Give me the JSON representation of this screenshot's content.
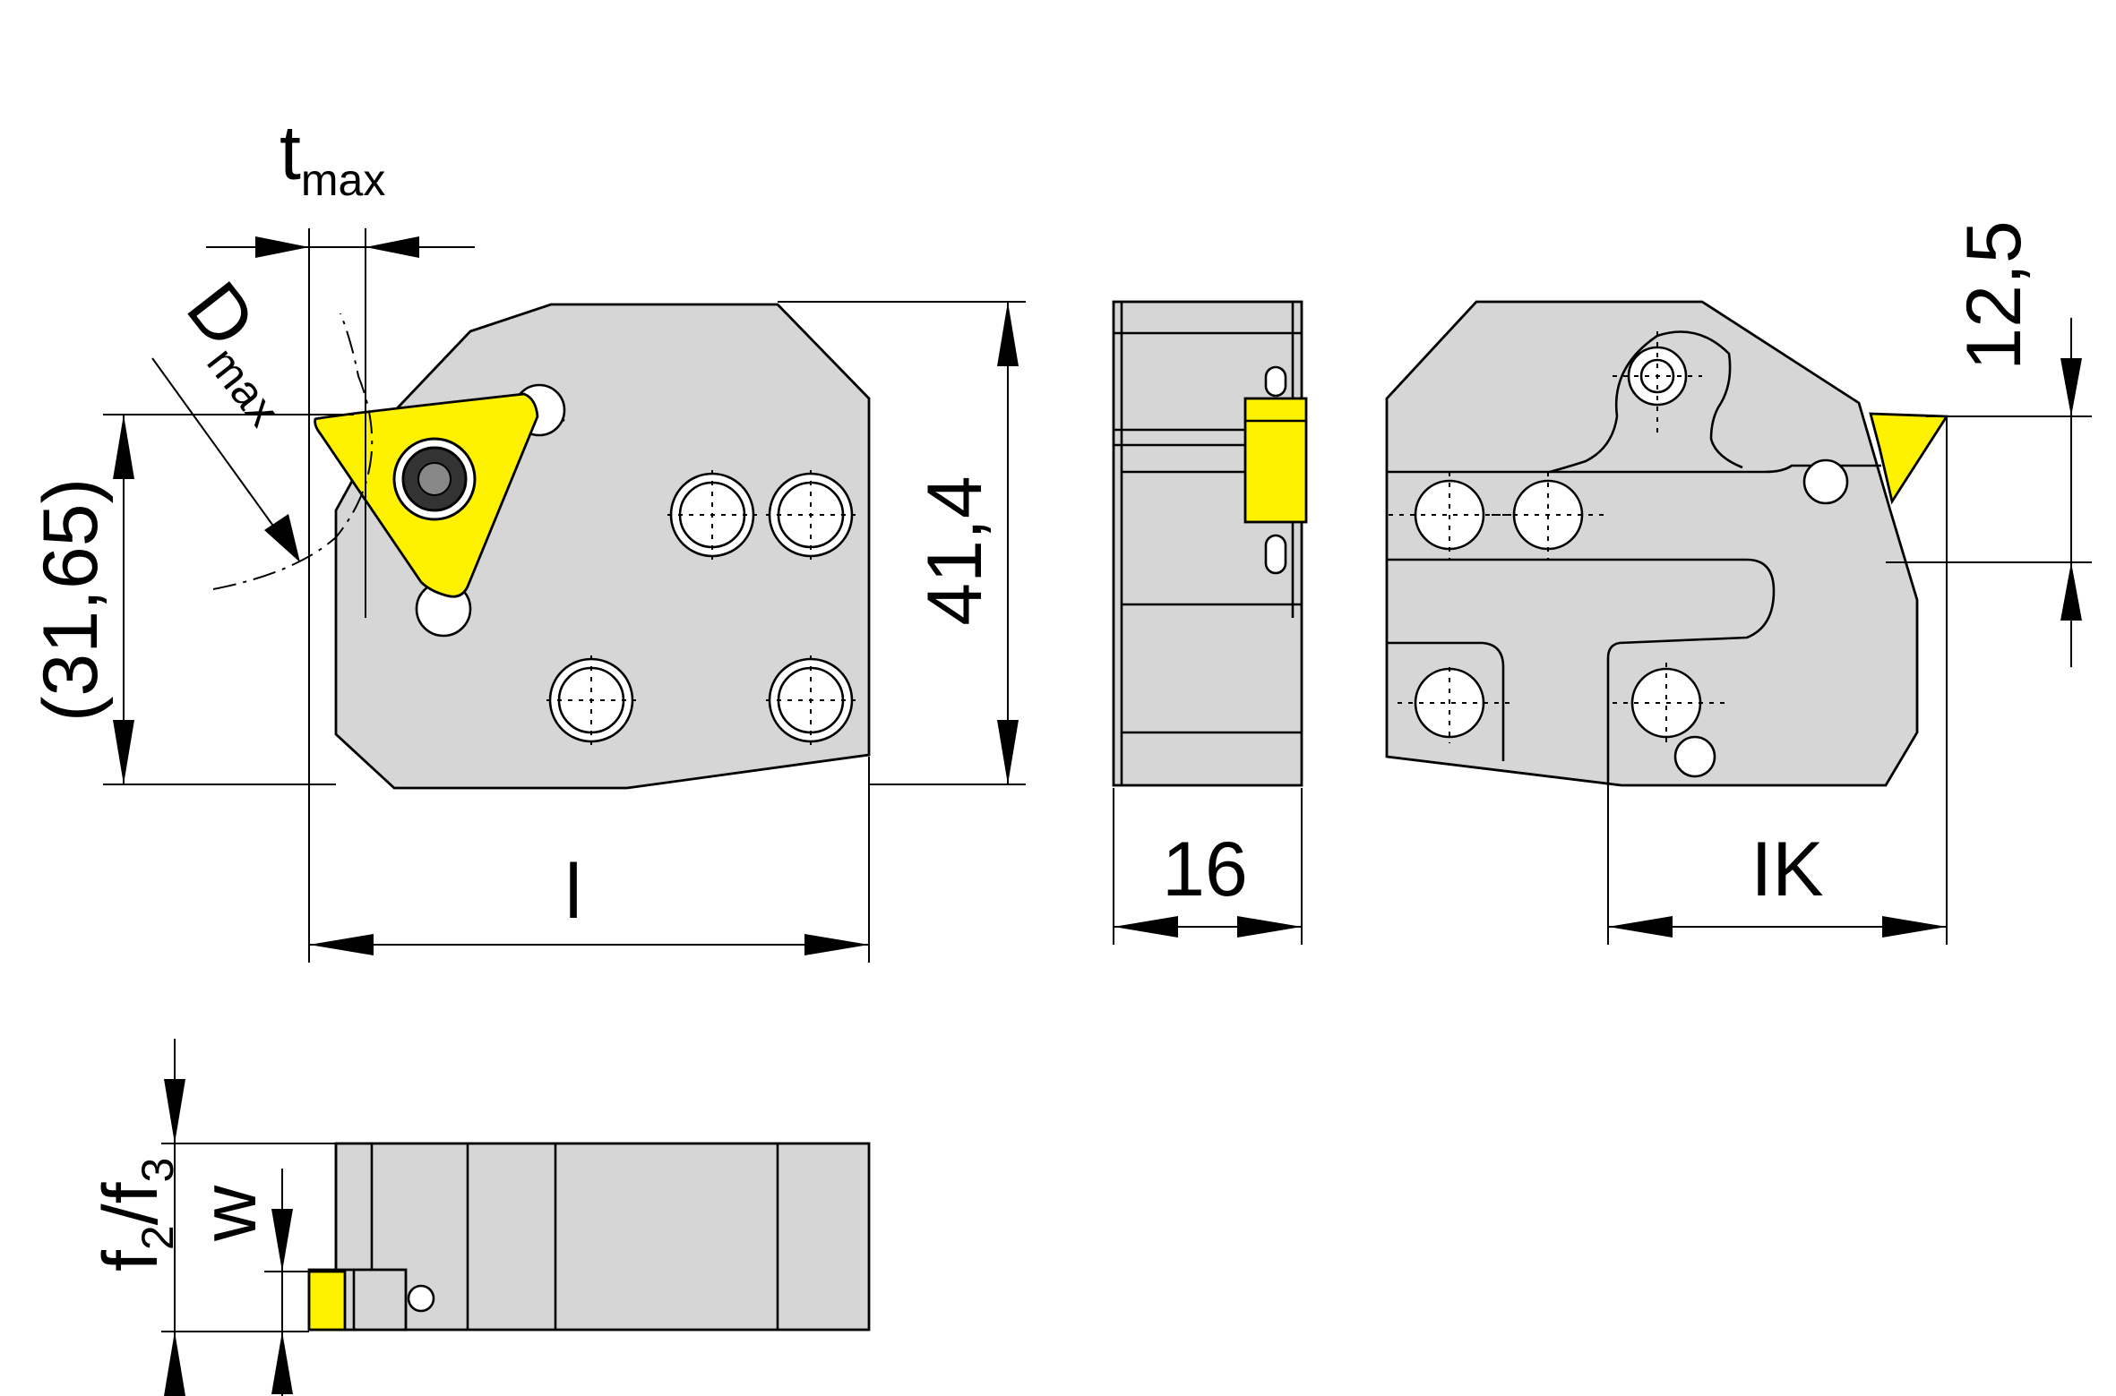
{
  "dimensions": {
    "t_max": {
      "base": "t",
      "sub": "max"
    },
    "d_max": {
      "base": "D",
      "sub": "max"
    },
    "height_ref": "(31,65)",
    "height": "41,4",
    "length": "l",
    "width": "16",
    "ik": "IK",
    "offset": "12,5",
    "f": {
      "base1": "f",
      "sub1": "2",
      "slash": "/",
      "base2": "f",
      "sub2": "3"
    },
    "w": "w"
  },
  "colors": {
    "body": "#d6d6d6",
    "insert": "#fff200",
    "line": "#000000"
  }
}
